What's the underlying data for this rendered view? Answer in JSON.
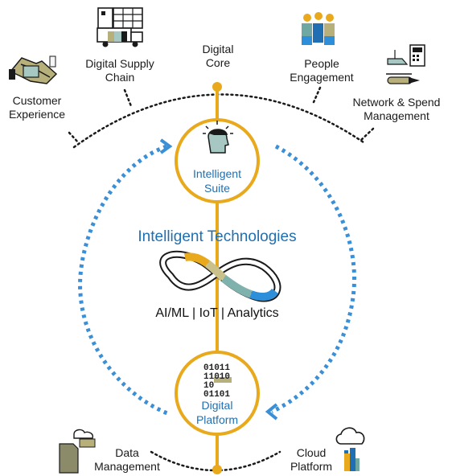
{
  "colors": {
    "accent_gold": "#e9a91c",
    "blue": "#1f6fb2",
    "dotted_blue": "#3a8fd6",
    "olive": "#b8b07a",
    "teal": "#6fa8a3",
    "ink": "#1a1a1a"
  },
  "capabilities": [
    {
      "id": "customer",
      "label": "Customer\nExperience",
      "icon": "handshake-icon"
    },
    {
      "id": "supply",
      "label": "Digital Supply\nChain",
      "icon": "warehouse-truck-icon"
    },
    {
      "id": "core",
      "label": "Digital\nCore",
      "icon": null
    },
    {
      "id": "people",
      "label": "People\nEngagement",
      "icon": "people-group-icon"
    },
    {
      "id": "network",
      "label": "Network & Spend\nManagement",
      "icon": "network-spend-icon"
    }
  ],
  "intelligent_suite": {
    "label": "Intelligent\nSuite",
    "icon": "thinking-head-icon"
  },
  "intelligent_technologies": {
    "title": "Intelligent Technologies",
    "subtitle": "AI/ML | IoT | Analytics",
    "icon": "infinity-loop-icon"
  },
  "digital_platform": {
    "label": "Digital\nPlatform",
    "icon": "binary-code-icon",
    "binary": "01011\n11010\n10\n01101"
  },
  "bottom_items": [
    {
      "id": "data",
      "label": "Data\nManagement",
      "icon": "data-documents-icon"
    },
    {
      "id": "cloud",
      "label": "Cloud\nPlatform",
      "icon": "cloud-platform-icon"
    }
  ]
}
